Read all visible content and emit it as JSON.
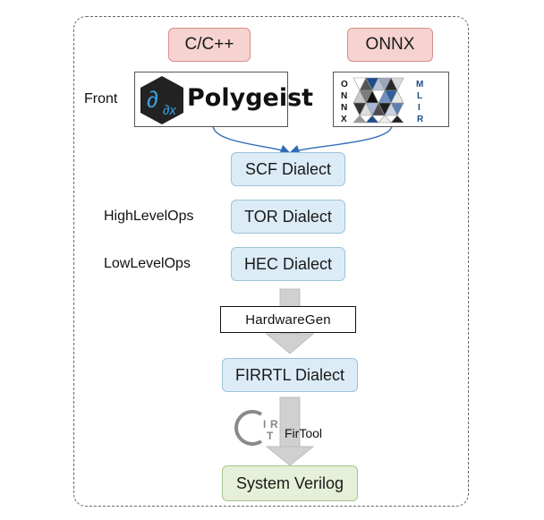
{
  "sources": {
    "c_cpp": "C/C++",
    "onnx": "ONNX"
  },
  "labels": {
    "front": "Front",
    "high_level_ops": "HighLevelOps",
    "low_level_ops": "LowLevelOps"
  },
  "polygeist_logo": {
    "name": "Polygeist"
  },
  "onnx_mlir_logo": {
    "left_letters": [
      "O",
      "N",
      "N",
      "X"
    ],
    "right_letters": [
      "M",
      "L",
      "I",
      "R"
    ]
  },
  "dialects": {
    "scf": "SCF Dialect",
    "tor": "TOR Dialect",
    "hec": "HEC Dialect",
    "firrtl": "FIRRTL Dialect"
  },
  "hardware_gen": "HardwareGen",
  "fir_tool": "FirTool",
  "circt_logo": {
    "letters": [
      "C",
      "I",
      "R",
      "T"
    ]
  },
  "output": "System Verilog"
}
